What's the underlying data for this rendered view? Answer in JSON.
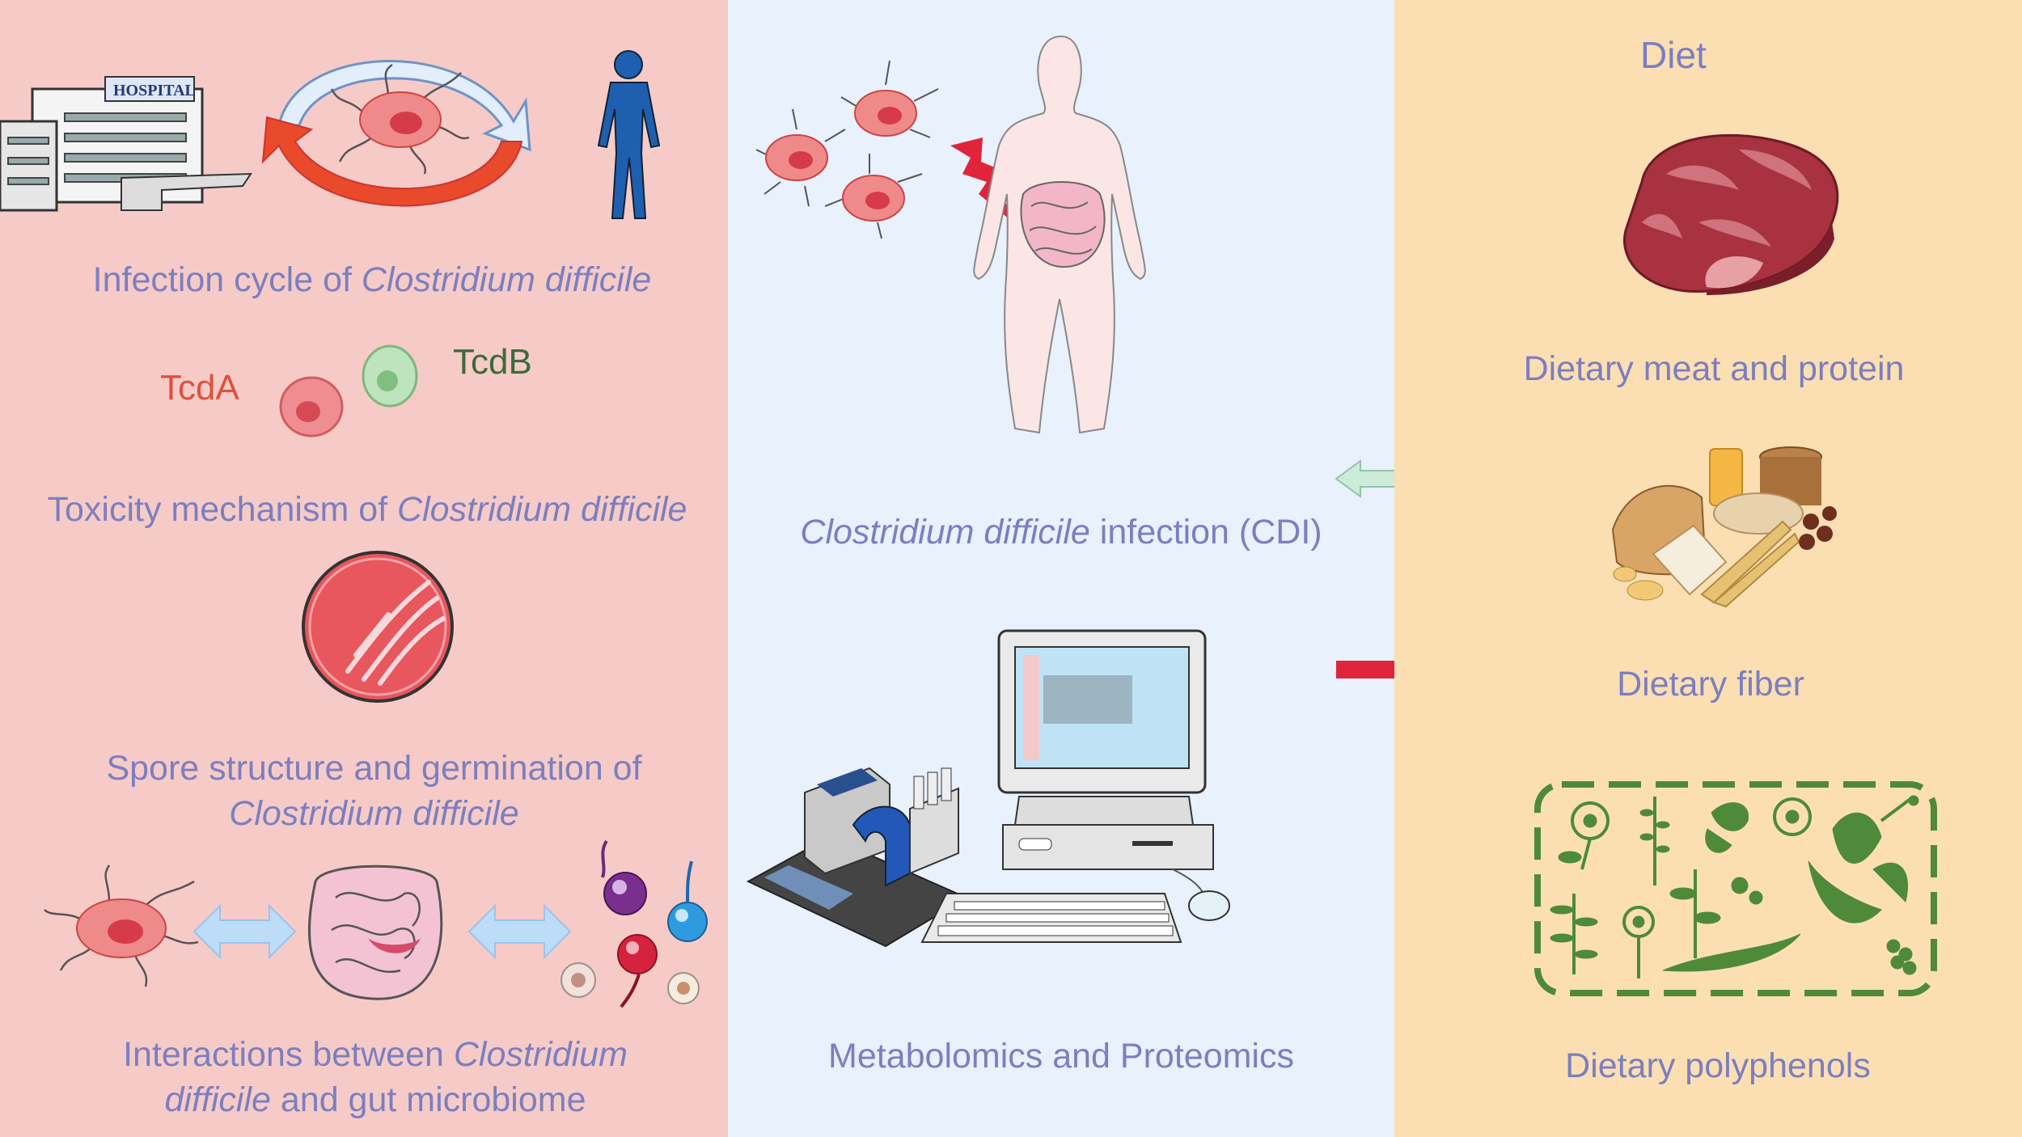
{
  "left": {
    "cycle_prefix": "Infection cycle of ",
    "cycle_species": "Clostridium difficile",
    "hospital_sign": "HOSPITAL",
    "tcda": "TcdA",
    "tcdb": "TcdB",
    "tox_prefix": "Toxicity mechanism of ",
    "tox_species": "Clostridium difficile",
    "spore_line1": "Spore structure and germination of",
    "spore_species": "Clostridium difficile",
    "inter_prefix": "Interactions between ",
    "inter_species1": "Clostridium",
    "inter_species2": "difficile",
    "inter_suffix": " and gut microbiome"
  },
  "middle": {
    "cdi_species": "Clostridium difficile",
    "cdi_suffix": " infection (CDI)",
    "omics_label": "Metabolomics and Proteomics"
  },
  "right": {
    "diet_title": "Diet",
    "meat_label": "Dietary meat and protein",
    "fiber_label": "Dietary fiber",
    "polyphenol_label": "Dietary polyphenols"
  },
  "colors": {
    "left_bg": "#f6cbc7",
    "middle_bg": "#e8f1fc",
    "right_bg": "#fbdfb3",
    "label_text": "#7b7fc0",
    "tcda": "#e0503c",
    "tcdb": "#3d6b3d",
    "arrow_green": "#cdebd9",
    "arrow_red": "#e0243a",
    "polyphenol_green": "#4e8a3a"
  }
}
